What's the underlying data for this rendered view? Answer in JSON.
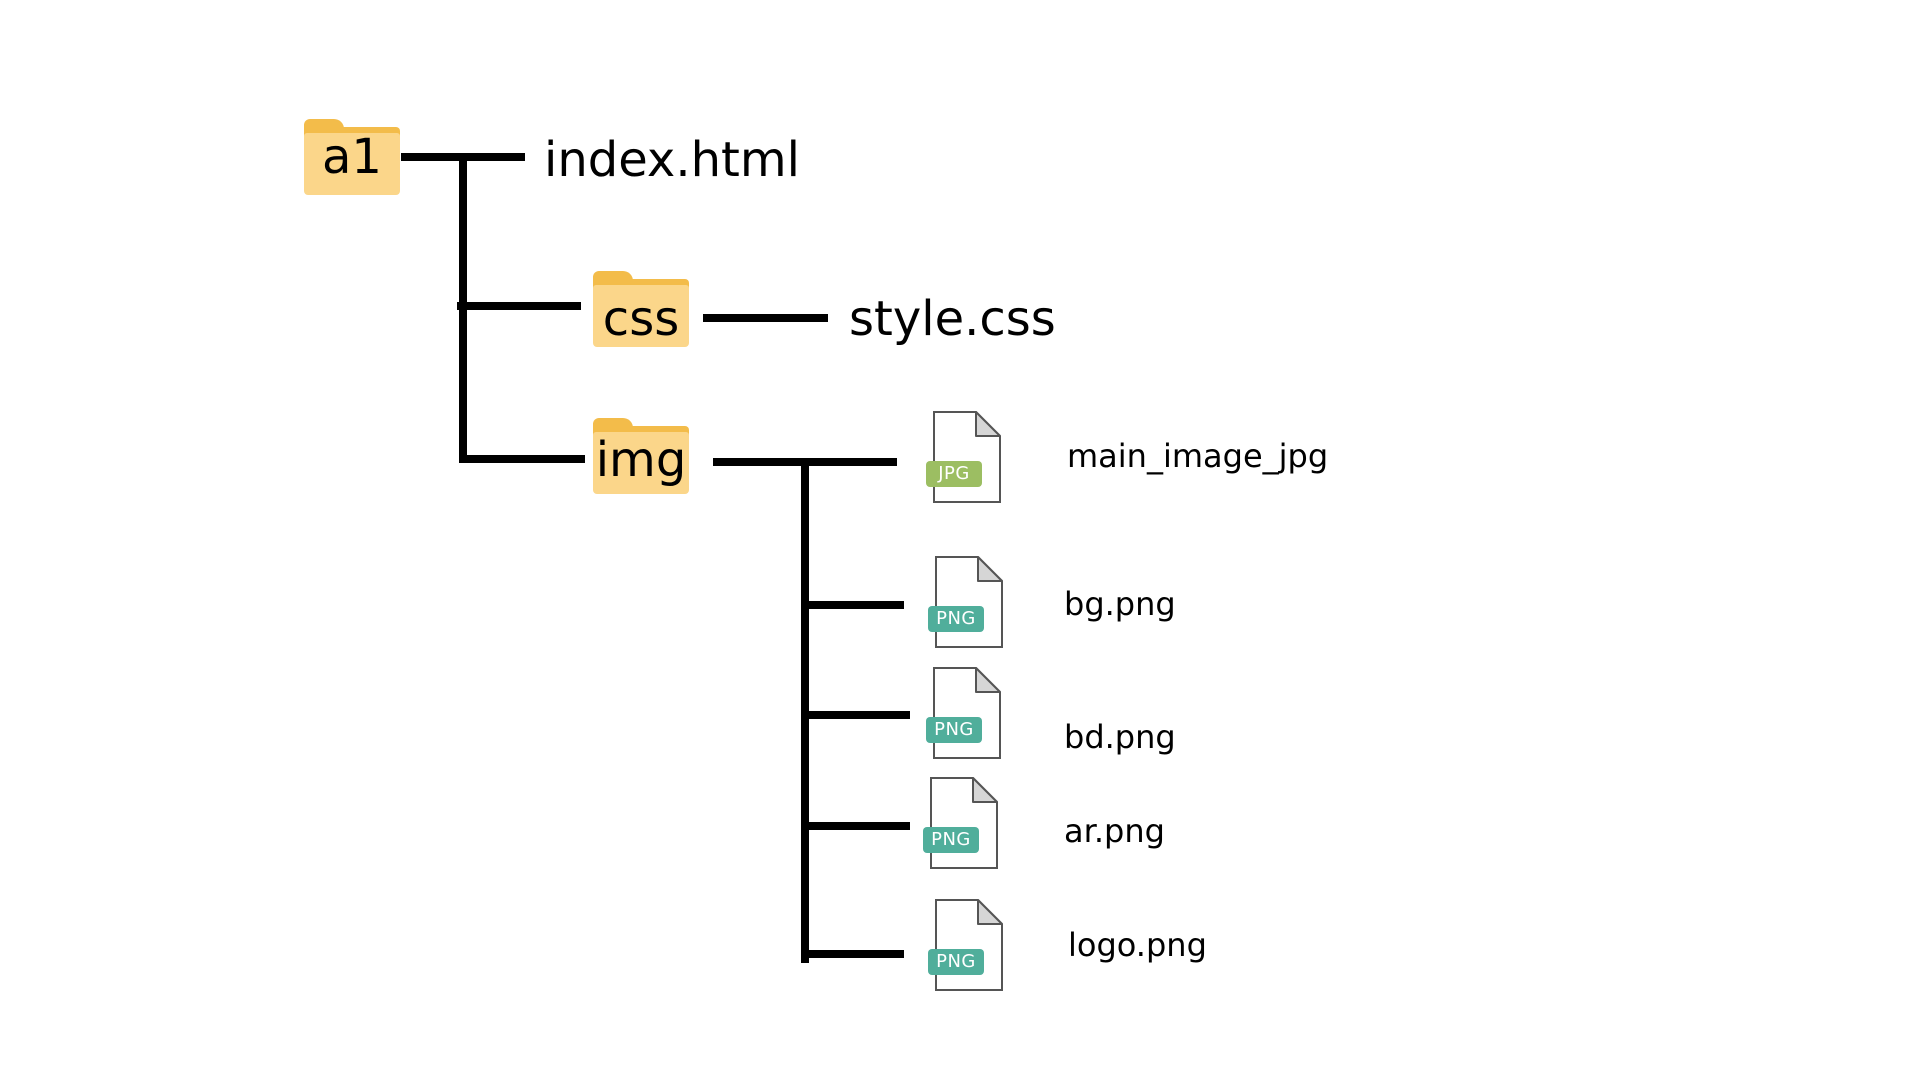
{
  "root": {
    "name": "a1",
    "files": [
      "index.html"
    ]
  },
  "folders": [
    {
      "name": "css",
      "files": [
        "style.css"
      ]
    },
    {
      "name": "img",
      "files": [
        {
          "name": "main_image_jpg",
          "type": "JPG"
        },
        {
          "name": "bg.png",
          "type": "PNG"
        },
        {
          "name": "bd.png",
          "type": "PNG"
        },
        {
          "name": "ar.png",
          "type": "PNG"
        },
        {
          "name": "logo.png",
          "type": "PNG"
        }
      ]
    }
  ],
  "colors": {
    "folder_back": "#f3bc4a",
    "folder_front": "#fbd68a",
    "jpg_badge": "#9cbe62",
    "png_badge": "#50ae9b",
    "line": "#000000"
  },
  "icons": {
    "folder": "folder-icon",
    "file": "document-icon"
  }
}
